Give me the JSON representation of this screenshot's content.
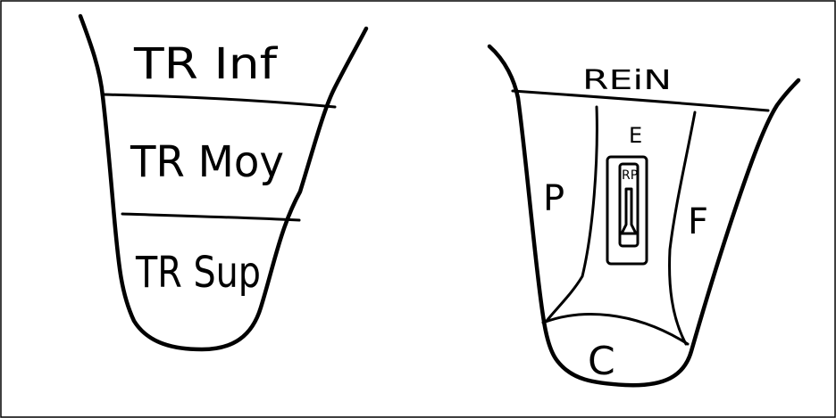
{
  "left_diagram": {
    "regions": [
      {
        "label": "TR Inf"
      },
      {
        "label": "TR Moy"
      },
      {
        "label": "TR Sup"
      }
    ]
  },
  "right_diagram": {
    "labels": {
      "top": "REiN",
      "center": "E",
      "inner": "RP",
      "left": "P",
      "right": "F",
      "bottom": "C"
    }
  },
  "colors": {
    "ink": "#000000",
    "paper": "#ffffff"
  }
}
